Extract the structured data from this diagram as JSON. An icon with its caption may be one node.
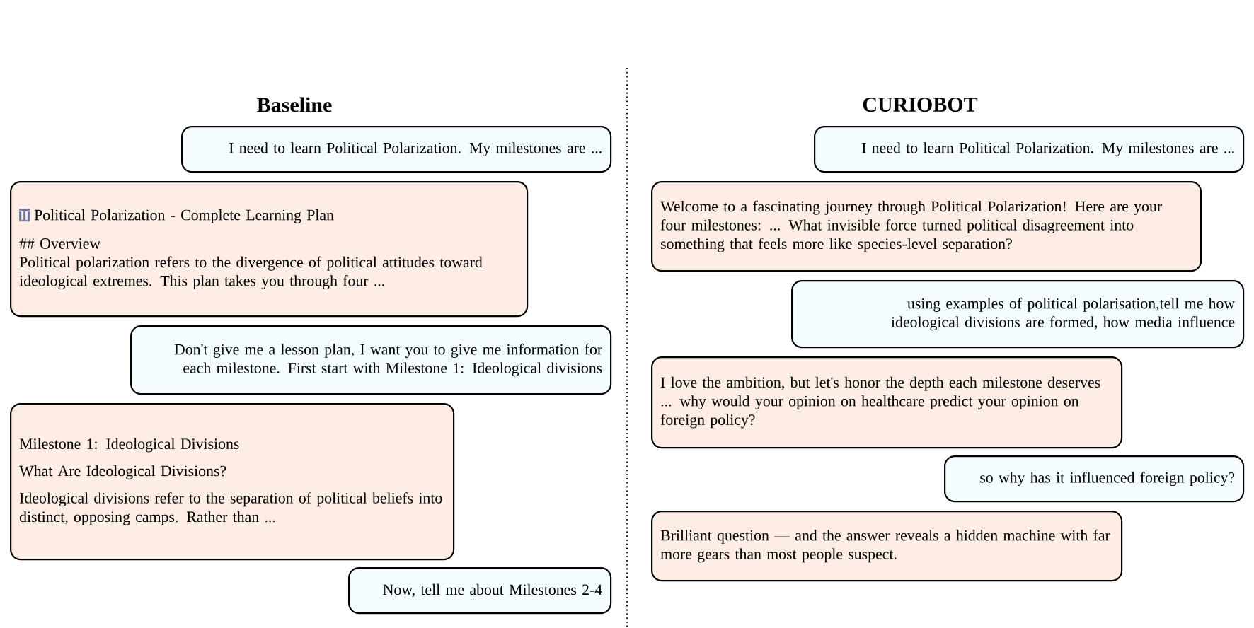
{
  "diagram": {
    "nodes": [
      {
        "text": [
          "I need to learn Political Polarization.  My milestones are ..."
        ]
      },
      {
        "text": [
          "Political Polarization - Complete Learning Plan",
          "## Overview",
          "Political polarization refers to the divergence of political attitudes toward ideological extremes. This plan takes you through four ..."
        ]
      },
      {
        "text": [
          "Don't give me a lesson plan, I want you to give me information for each milestone. First start with Milestone 1: Ideological divisions"
        ]
      },
      {
        "text": [
          "Milestone 1: Ideological Divisions",
          "What Are Ideological Divisions?",
          "Ideological divisions refer to the separation of political beliefs into distinct, opposing camps. Rather than ..."
        ]
      },
      {
        "text": [
          "Now, tell me about Milestones 2-4"
        ]
      },
      {
        "text": [
          "I need to learn Political Polarization.  My milestones are ..."
        ]
      },
      {
        "text": [
          "Welcome to a fascinating journey through Political Polarization! Here are your four milestones: ... What invisible force turned political disagreement into something that feels more like species-level separation?"
        ]
      },
      {
        "text": [
          "using examples of political polarisation,tell me how ideological divisions are formed, how media influence"
        ]
      },
      {
        "text": [
          "I love the ambition, but let's honor the depth each milestone deserves ... why would your opinion on healthcare predict your opinion on foreign policy?"
        ]
      },
      {
        "text": [
          "so why has it influenced foreign policy?"
        ]
      },
      {
        "text": [
          "Brilliant question — and the answer reveals a hidden machine with far more gears than most people suspect."
        ]
      }
    ],
    "labels": [
      "Baseline",
      "CURIOBOT"
    ]
  }
}
